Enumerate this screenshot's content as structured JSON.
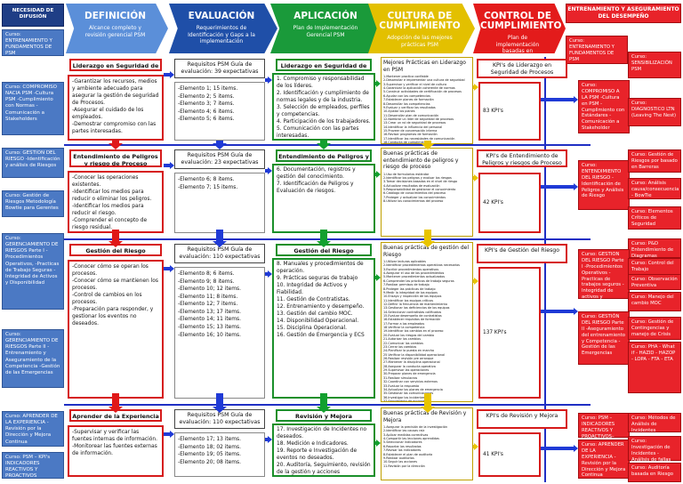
{
  "left_header": "NECESIDAD DE DIFUSIÓN",
  "right_header": "ENTRENAMIENTO Y ASEGURAMIENTO DEL DESEMPEÑO",
  "columns": [
    {
      "title": "DEFINICIÓN",
      "sub": "Alcance completo y revisión gerencial PSM",
      "color": "#5b8fd9"
    },
    {
      "title": "EVALUACIÓN",
      "sub": "Requerimientos de Identificación y Gaps a la implementación",
      "color": "#1f4fa8"
    },
    {
      "title": "APLICACIÓN",
      "sub": "Plan de Implementación Gerencial PSM",
      "color": "#1a9a3a"
    },
    {
      "title": "CULTURA DE CUMPLIMIENTO",
      "sub": "Adopción de las mejores prácticas PSM",
      "color": "#e3c000"
    },
    {
      "title": "CONTROL DE CUMPLIMIENTO",
      "sub": "Plan de implementación basadas en Inspecciones de Riesgo",
      "color": "#e31b1b"
    }
  ],
  "left_cards": [
    "Curso: ENTRENAMIENTO Y FUNDAMENTOS DE PSM",
    "Curso: COMPROMISO NACIA PSM -Cultura PSM -Cumplimiento con Normas -Comunicación a Stakeholders",
    "Curso: GESTION DEL RIESGO -Identificación y análisis de Riesgos",
    "Curso: Gestión de Riesgos Metodología Bowtie para Gerentes",
    "Curso: GERENCIAMIENTO DE RIESGOS Parte I -Procedimientos Operativos, -Practicas de Trabajo Seguras -Integridad de Activos y Disponibilidad",
    "Curso: GERENCIAMIENTO DE RIESGOS Parte II -Entrenamiento y Aseguramiento de la Competencia -Gestión de las Emergencias",
    "Curso: APRENDER DE LA EXPERIENCIA -Revisión por la Dirección y Mejora Continua",
    "Curso: PSM – KPI's INDICADORES REACTIVOS Y PROACTIVOS"
  ],
  "right_cards": [
    "Curso: ENTRENAMIENTO Y FUNDAMENTOS DE PSM",
    "Curso: SENSIBILIZACIÓN PSM",
    "Curso: COMPROMISO A LA PSM -Cultura en PSM -Cumplimiento con Estándares -Comunicación a Stakeholder",
    "Curso: DIAGNOSTICO LTN (Leaving The Nest)",
    "Curso: ENTENDIMIENTO DEL RIESGO -Identificación de Peligros y Análisis de Riesgo",
    "Curso: Gestión de Riesgos por basado en Barreras",
    "Curso: Análisis causa/consecuencia - BowTie",
    "Curso: Elementos Críticos de Seguridad",
    "Curso: P&D Entendimiento de Diagramas",
    "Curso: GESTION DEL RIESGO Parte I -Procedimientos Operativos -Practicas de trabajos seguros -Integridad de activos y disponibilidad",
    "Curso: Control del Trabajo",
    "Curso: Observación Preventiva",
    "Curso: Manejo del cambio MOC",
    "Curso: GESTIÓN DEL RIESGO Parte II -Aseguramiento del entrenamiento y Competencia -Gestión de las Emergencias",
    "Curso: Gestión de Contingencias y manejo de Crisis",
    "Curso: PHA - What if - HAZID - HAZOP - LOPA - FTA - ETA",
    "Curso: PSM – INDICADORES REACTIVOS Y PROACTIVOS– KPI's",
    "Curso: APRENDER DE LA EXPERIENCIA -Revisión por la Dirección y Mejora Continua",
    "Curso: Métodos de Análisis de Incidentes",
    "Curso: Investigación de Incidentes - Análisis de fallas de barreras",
    "Curso: Auditoría basada en Riesgo"
  ],
  "rows": [
    {
      "def": {
        "title": "Liderazgo en Seguridad de Procesos",
        "items": [
          "-Garantizar los recursos, medios y ambiente adecuado para asegurar la gestión de seguridad de Procesos.",
          "-Asegurar el cuidado de los empleados.",
          "-Demostrar compromiso con las partes interesadas."
        ]
      },
      "eval": {
        "title": "Requisitos PSM Guía de evaluación: 39 expectativas",
        "items": [
          "-Elemento 1; 15 items.",
          "-Elemento 2; 5 items.",
          "-Elemento 3; 7 items.",
          "-Elemento 4; 6 items.",
          "-Elemento 5; 6 items."
        ]
      },
      "app": {
        "title": "Liderazgo en Seguridad de Procesos",
        "items": [
          "1. Compromiso y responsabilidad de los líderes.",
          "2. Identificación y cumplimiento de normas legales y de la industria.",
          "3. Selección de empleados, perfiles y competencias.",
          "4. Participación de los trabajadores.",
          "5. Comunicación con las partes interesadas."
        ]
      },
      "cult": {
        "title": "Mejores Prácticas en Liderazgo en PSM",
        "items": [
          "1.Mantener practica confiable",
          "2.Desarrollar e implementar una cultura de seguridad",
          "3.Supervisar y verificar el nivel de cultura",
          "4.Garantizar la aplicación coherente de normas",
          "5.Construir actividades de certificación de procesos",
          "6.Ayudar con las competencias",
          "7.Establecer planes de formación",
          "8.Desarrollar las competencias",
          "9.Evaluar y verificar los resultados",
          "10.Ajustar los planes",
          "11.Desarrollar plan de comunicación",
          "12.Nombrar un líder de seguridad de procesos",
          "13.Crear un rol de seguridad de procesos",
          "14.Identificar la influencia del personal",
          "15.Proveer de conversación interna",
          "16.Revisar programas de formación",
          "17.Identificar las necesidades de comunicación",
          "18.Conducta de cumplimiento",
          "19.Comprometerse con las partes interesadas",
          "20.Asegurar la entrega de los compromisos"
        ]
      },
      "ctrl": {
        "title": "KPI's de Liderazgo en Seguridad de Procesos",
        "kpis": "83 KPI's"
      }
    },
    {
      "def": {
        "title": "Entendimiento de Peligros y riesgo de Proceso",
        "items": [
          "-Conocer las operaciones existentes.",
          "-Identificar los medios para reducir o eliminar los peligros.",
          "-Identificar los medios para reducir el riesgo.",
          "-Comprender el concepto de riesgo residual."
        ]
      },
      "eval": {
        "title": "Requisitos PSM Guía de evaluación: 23 expectativas",
        "items": [
          "-Elemento 6; 8 items.",
          "-Elemento 7; 15 items."
        ]
      },
      "app": {
        "title": "Entendimiento de Peligros y riesgos",
        "items": [
          "6. Documentación, registros y gestión del conocimiento.",
          "7. Identificación de Peligros y Evaluación de riesgos."
        ]
      },
      "cult": {
        "title": "Buenas prácticas de entendimiento de peligros y riesgo de proceso",
        "items": [
          "1.Uso de formularios estándar",
          "2.Identificar los peligros y evaluar los riesgos",
          "3.Tomar decisiones basadas en el nivel de riesgo",
          "4.Actualizar resultados de evaluación",
          "5.Responsabilidad de gestionar el conocimiento",
          "6.Catálogo de conocimientos del proceso",
          "7.Proteger y actualizar los conocimientos",
          "8.Utilizar los conocimientos del proceso"
        ]
      },
      "ctrl": {
        "title": "KPI's de Entendimiento de Peligros y riesgos de Proceso",
        "kpis": "42 KPI's"
      }
    },
    {
      "def": {
        "title": "Gestión del Riesgo",
        "items": [
          "-Conocer cómo se operan los procesos.",
          "-Conocer cómo se mantienen los procesos.",
          "-Control de cambios en los procesos.",
          "-Preparación para responder, y gestionar los eventos no deseados."
        ]
      },
      "eval": {
        "title": "Requisitos PSM Guía de evaluación: 110 expectativas",
        "items": [
          "-Elemento 8; 6 items.",
          "-Elemento 9; 8 items.",
          "-Elemento 10; 12 items.",
          "-Elemento 11; 8 items.",
          "-Elemento 12; 7 items.",
          "-Elemento 13; 17 items.",
          "-Elemento 14; 11 items.",
          "-Elemento 15; 13 items.",
          "-Elemento 16; 10 items."
        ]
      },
      "app": {
        "title": "Gestión del Riesgo",
        "items": [
          "8. Manuales y procedimientos de operación.",
          "9. Prácticas seguras de trabajo",
          "10. Integridad de Activos y Fiabilidad.",
          "11. Gestión de Contratistas.",
          "12. Entrenamiento y desempeño.",
          "13. Gestión del cambio MOC.",
          "14. Disponibilidad Operacional.",
          "15. Disciplina Operacional.",
          "16. Gestión de Emergencia y ECS"
        ]
      },
      "cult": {
        "title": "Buenas prácticas de gestión del Riesgo",
        "items": [
          "1.Utilizar lecturas aplicables",
          "2.Identificar procedimientos operativos necesarios",
          "3.Escribir procedimientos operativos",
          "4.Asegurar el uso de los procedimientos",
          "5.Mantener procedimientos actualizados",
          "6.Comprender las prácticas de trabajo seguras",
          "7.Realizar permisos de trabajo",
          "8.Proteger las prácticas de trabajo",
          "9.Medir la integridad de los equipos",
          "10.Ensayo y inspección de los equipos",
          "11.Identificar los equipos críticos",
          "12.Definir la frecuencia de mantenimiento",
          "13.Gestionar las deficiencias de los equipos",
          "14.Seleccionar contratistas calificados",
          "15.Evaluar desempeño de contratistas",
          "16.Establecer requisitos de formación",
          "17.Formar a los empleados",
          "18.Verificar la competencia",
          "19.Identificar los cambios en el proceso",
          "20.Evaluar los riesgos del cambio",
          "21.Autorizar los cambios",
          "22.Comunicar los cambios",
          "23.Cerrar los cambios",
          "24.Planificar la puesta en marcha",
          "25.Verificar la disponibilidad operacional",
          "26.Realizar revisión pre arranque",
          "27.Mantener la disciplina operacional",
          "28.Asegurar la conducta operativa",
          "29.Supervisar las operaciones",
          "30.Preparar planes de emergencia",
          "31.Realizar simulacros",
          "32.Coordinar con servicios externos",
          "33.Evaluar la respuesta",
          "34.Actualizar los planes de emergencia",
          "35.Gestionar las comunicaciones",
          "36.Investigar los incidentes",
          "37.Seguimiento de acciones",
          "38.Mejorar las prácticas",
          "39.Revisar los procedimientos",
          "40.Comunicar lecciones aprendidas",
          "41.Auditar la gestión del riesgo"
        ]
      },
      "ctrl": {
        "title": "KPI's de Gestión del Riesgo",
        "kpis": "137 KPI's"
      }
    },
    {
      "def": {
        "title": "Aprender de la Experiencia",
        "items": [
          "-Supervisar y verificar las fuentes internas de información.",
          "-Monitorear las fuentes externas de información."
        ]
      },
      "eval": {
        "title": "Requisitos PSM Guía de evaluación: 110 expectativas",
        "items": [
          "-Elemento 17; 13 items.",
          "-Elemento 18; 02 items.",
          "-Elemento 19; 05 items.",
          "-Elemento 20; 08 items."
        ]
      },
      "app": {
        "title": "Revisión y Mejora",
        "items": [
          "17. Investigación de Incidentes no deseados.",
          "18. Medición e Indicadores.",
          "19. Reporte e Investigación de eventos no deseados.",
          "20. Auditoría, Seguimiento, revisión de la gestión y acciones correctivas."
        ]
      },
      "cult": {
        "title": "Buenas prácticas de Revisión y Mejora",
        "items": [
          "1.Asegurar la precisión de la investigación",
          "2.Identificar las causas raíz",
          "3.Aplicar medidas correctivas",
          "4.Compartir las lecciones aprendidas",
          "5.Seleccionar indicadores",
          "6.Reportar los resultados",
          "7.Revisar los indicadores",
          "8.Establecer el plan de auditoría",
          "9.Realizar auditorías",
          "10.Seguir las acciones",
          "11.Revisión por la dirección"
        ]
      },
      "ctrl": {
        "title": "KPI's de Revisión y Mejora",
        "kpis": "41 KPI's"
      }
    }
  ]
}
